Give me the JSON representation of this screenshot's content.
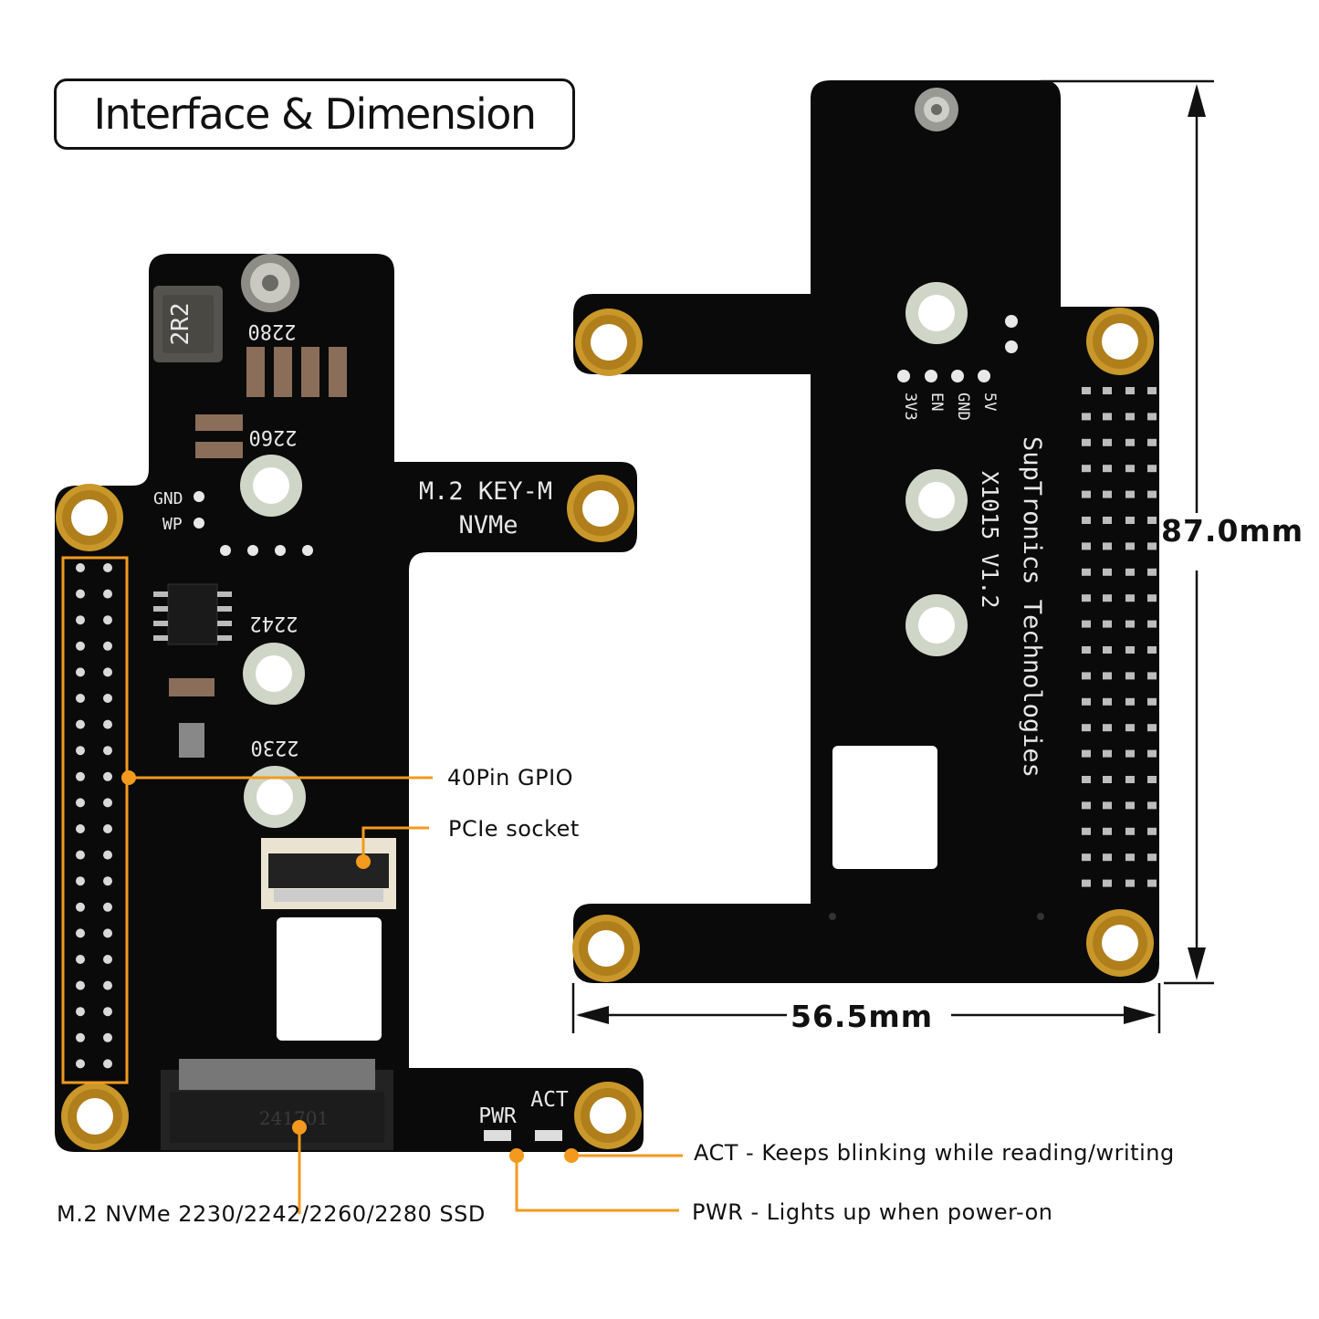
{
  "title": "Interface & Dimension",
  "colors": {
    "board": "#0a0a0a",
    "gold": "#c9972a",
    "callout": "#f39a1e",
    "silkscreen": "#e8e8e8"
  },
  "callouts": {
    "gpio": "40Pin GPIO",
    "pcie": "PCIe socket",
    "ssd": "M.2 NVMe 2230/2242/2260/2280 SSD",
    "act": "ACT - Keeps blinking while reading/writing",
    "pwr": "PWR - Lights up when power-on"
  },
  "dimensions": {
    "height": "87.0mm",
    "width": "56.5mm"
  },
  "front_board": {
    "inductor": "2R2",
    "slot_2280": "2280",
    "slot_2260": "2260",
    "slot_2242": "2242",
    "slot_2230": "2230",
    "gnd": "GND",
    "wp": "WP",
    "key_label": "M.2 KEY-M",
    "nvme_label": "NVMe",
    "connector_code": "241701",
    "pwr_led": "PWR",
    "act_led": "ACT"
  },
  "back_board": {
    "pin_3v3": "3V3",
    "pin_en": "EN",
    "pin_gnd": "GND",
    "pin_5v": "5V",
    "brand": "SupTronics Technologies",
    "model": "X1015 V1.2"
  }
}
